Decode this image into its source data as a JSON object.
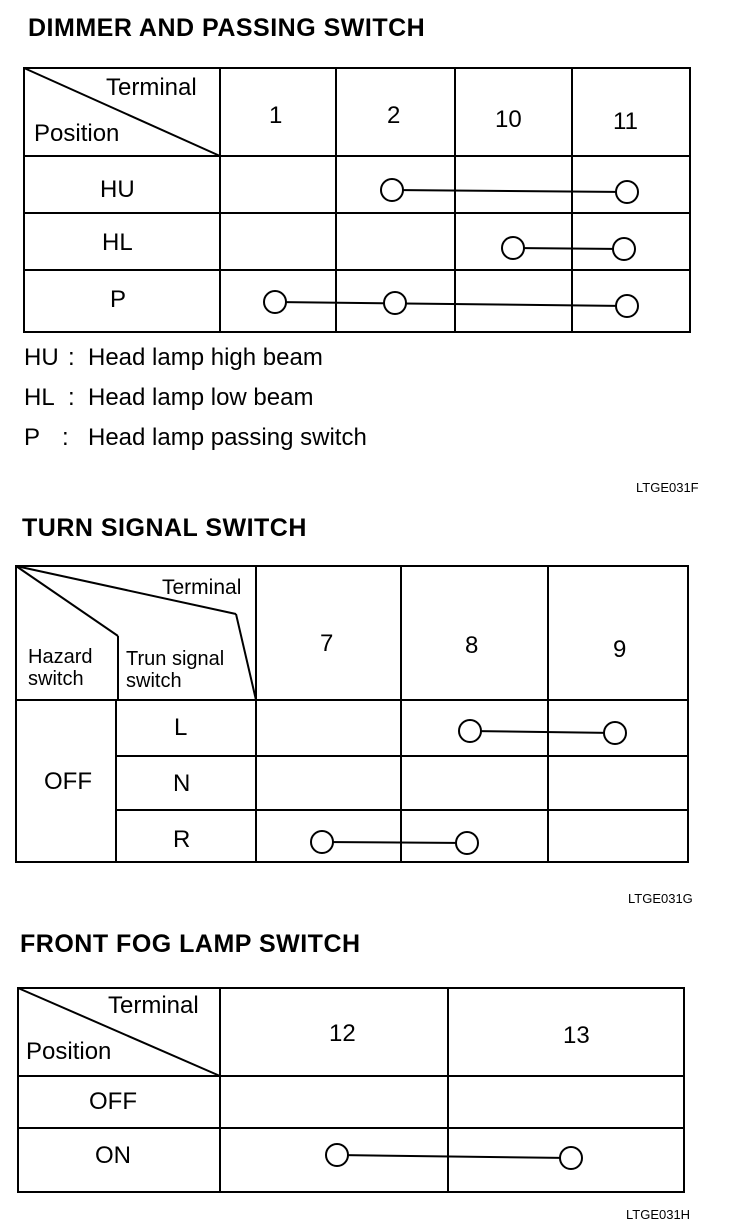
{
  "dimmer": {
    "title": "DIMMER AND PASSING SWITCH",
    "header_terminal": "Terminal",
    "header_position": "Position",
    "terminals": [
      "1",
      "2",
      "10",
      "11"
    ],
    "rows": [
      "HU",
      "HL",
      "P"
    ],
    "legend": [
      {
        "abbr": "HU",
        "sep": ":",
        "text": "Head lamp high beam"
      },
      {
        "abbr": "HL",
        "sep": ":",
        "text": "Head lamp low beam"
      },
      {
        "abbr": "P",
        "sep": ":",
        "text": "Head lamp passing switch"
      }
    ],
    "code": "LTGE031F"
  },
  "turn": {
    "title": "TURN SIGNAL SWITCH",
    "header_terminal": "Terminal",
    "header_hazard_line1": "Hazard",
    "header_hazard_line2": "switch",
    "header_turn_line1": "Trun signal",
    "header_turn_line2": "switch",
    "hazard_value": "OFF",
    "terminals": [
      "7",
      "8",
      "9"
    ],
    "rows": [
      "L",
      "N",
      "R"
    ],
    "code": "LTGE031G"
  },
  "fog": {
    "title": "FRONT FOG LAMP SWITCH",
    "header_terminal": "Terminal",
    "header_position": "Position",
    "terminals": [
      "12",
      "13"
    ],
    "rows": [
      "OFF",
      "ON"
    ],
    "code": "LTGE031H"
  }
}
